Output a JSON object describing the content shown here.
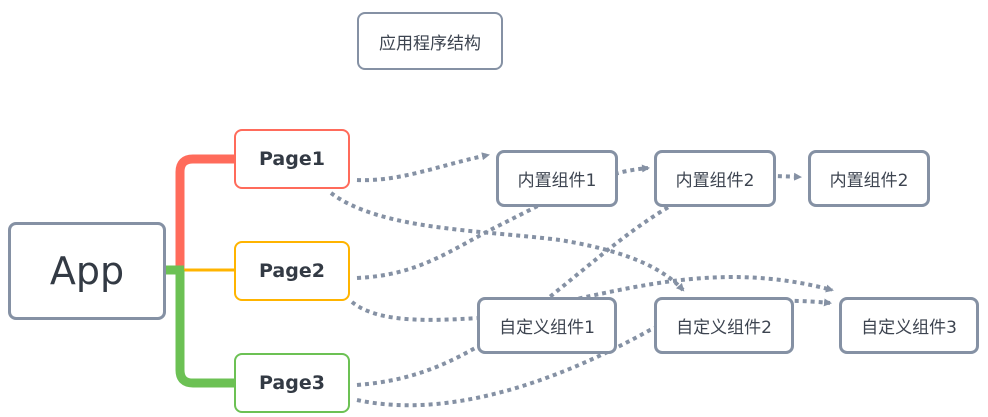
{
  "title": "应用程序结构",
  "root": {
    "label": "App"
  },
  "pages": [
    {
      "label": "Page1",
      "color": "#ff6b5b"
    },
    {
      "label": "Page2",
      "color": "#ffb400"
    },
    {
      "label": "Page3",
      "color": "#6cc154"
    }
  ],
  "builtin_components": [
    {
      "label": "内置组件1"
    },
    {
      "label": "内置组件2"
    },
    {
      "label": "内置组件2"
    }
  ],
  "custom_components": [
    {
      "label": "自定义组件1"
    },
    {
      "label": "自定义组件2"
    },
    {
      "label": "自定义组件3"
    }
  ],
  "colors": {
    "border": "#8591a4",
    "connector": "#8591a4"
  }
}
